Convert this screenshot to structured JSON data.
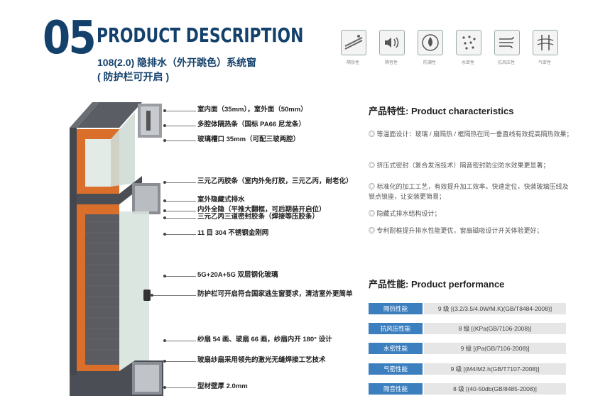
{
  "header": {
    "number": "05",
    "title": "PRODUCT DESCRIPTION",
    "subtitle_line1": "108(2.0) 隐排水（外开跳色）系统窗",
    "subtitle_line2": "( 防护栏可开启 )"
  },
  "icons": [
    {
      "name": "insulation-icon",
      "label": "隔热性"
    },
    {
      "name": "sound-icon",
      "label": "隔音性"
    },
    {
      "name": "waterproof-icon",
      "label": "防潮性"
    },
    {
      "name": "watertight-icon",
      "label": "水密性"
    },
    {
      "name": "wind-icon",
      "label": "抗风压性"
    },
    {
      "name": "airtight-icon",
      "label": "气密性"
    }
  ],
  "callouts": [
    "室内面（35mm），室外面（50mm）",
    "多腔体隔热条（国标 PA66 尼龙条）",
    "玻璃槽口 35mm（可配三玻两腔）",
    "三元乙丙胶条（室内外免打胶，三元乙丙，耐老化）",
    "室外隐藏式排水",
    "内外全隐（平推大翻框，可后期装开启位）",
    "三元乙丙三道密封胶条（焊接等压胶条）",
    "11 目 304 不锈钢金刚网",
    "5G+20A+5G 双层钢化玻璃",
    "防护栏可开启符合国家逃生窗要求，清洁室外更简单",
    "纱扇 54 画、玻扇 66 画，纱扇内开 180° 设计",
    "玻扇纱扇采用领先的激光无缝焊接工艺技术",
    "型材壁厚 2.0mm"
  ],
  "characteristics": {
    "title": "产品特性: Product characteristics",
    "items": [
      "等温面设计：玻璃 / 扇隔热 / 框隔热在同一垂直线有效提高隔热效果；",
      "挤压式密封（复合发泡技术）隔音密封防尘防水效果更显著；",
      "标准化的加工工艺，有效提升加工效率。快速定位，快装玻璃压线及锁点锁座，让安装更简易；",
      "隐藏式排水结构设计；",
      "专利耐框提升排水性能更优，窗扇磁吸设计开关体验更好；"
    ]
  },
  "performance": {
    "title": "产品性能: Product performance",
    "rows": [
      {
        "label": "隔热性能",
        "value": "9 级 [(3.2/3.5/4.0W/M.K)(GB/T8484-2008)]"
      },
      {
        "label": "抗风压性能",
        "value": "8 级 [(KPa(GB/7106-2008)]"
      },
      {
        "label": "水密性能",
        "value": "9 级 [(Pa(GB/7106-2008)]"
      },
      {
        "label": "气密性能",
        "value": "9 级 [(M4/M2.h(GB/T7107-2008)]"
      },
      {
        "label": "隔音性能",
        "value": "8 级 [(40-50db(GB/8485-2008)]"
      }
    ]
  },
  "colors": {
    "brand_blue": "#14416c",
    "label_blue": "#3c7fbf",
    "frame_orange": "#d96f2a",
    "frame_gray": "#4b4e55"
  }
}
